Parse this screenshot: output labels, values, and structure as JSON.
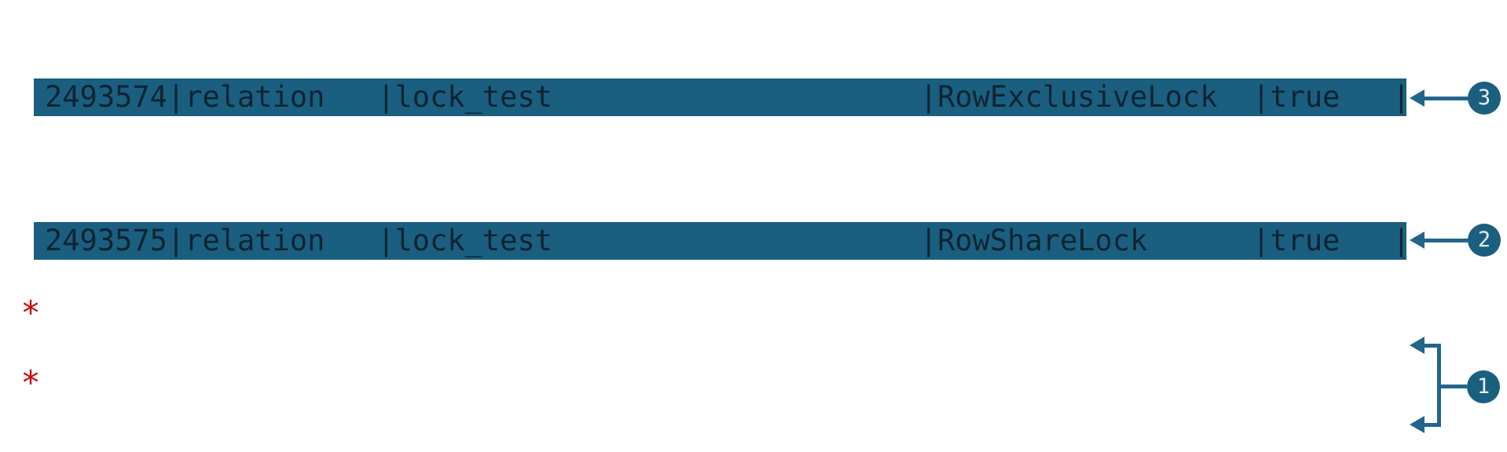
{
  "terminal_output": {
    "rows": [
      {
        "pid": "2493574",
        "lock_type": "relation",
        "relname": "lock_test",
        "mode": "RowExclusiveLock",
        "granted": "true",
        "text": "2493574|relation   |lock_test                     |RowExclusiveLock  |true   |",
        "callout": "3"
      },
      {
        "pid": "2493575",
        "lock_type": "relation",
        "relname": "lock_test",
        "mode": "RowShareLock",
        "granted": "true",
        "text": "2493575|relation   |lock_test                     |RowShareLock      |true   |",
        "callout": "2"
      }
    ]
  },
  "markers": {
    "asterisk_1": "*",
    "asterisk_2": "*"
  },
  "callouts": {
    "row1_label": "3",
    "row2_label": "2",
    "bracket_label": "1"
  },
  "colors": {
    "row_highlight": "#1A5F7F",
    "row_text": "#0E2433",
    "marker_red": "#C40B0E",
    "annotation_line": "#23658A",
    "callout_fill": "#1B5F7E",
    "callout_text": "#E6EEF3",
    "background": "#FFFFFF"
  }
}
